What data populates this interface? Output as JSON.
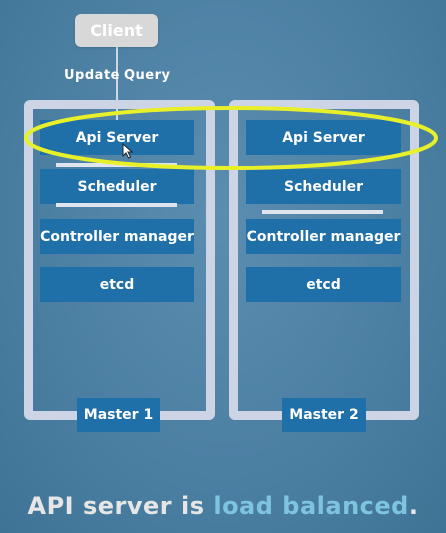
{
  "client": {
    "label": "Client"
  },
  "client_links": {
    "update": "Update",
    "query": "Query"
  },
  "masters": [
    {
      "components": [
        "Api Server",
        "Scheduler",
        "Controller manager",
        "etcd"
      ],
      "label": "Master 1"
    },
    {
      "components": [
        "Api Server",
        "Scheduler",
        "Controller manager",
        "etcd"
      ],
      "label": "Master 2"
    }
  ],
  "caption": {
    "part1": "API server is ",
    "part2": "load balanced",
    "part3": "."
  },
  "colors": {
    "background": "#4a7fa3",
    "component": "#1f6fa8",
    "master_frame": "#ccd4e6",
    "highlight": "#e8f02a",
    "caption_accent": "#7fc4df"
  }
}
